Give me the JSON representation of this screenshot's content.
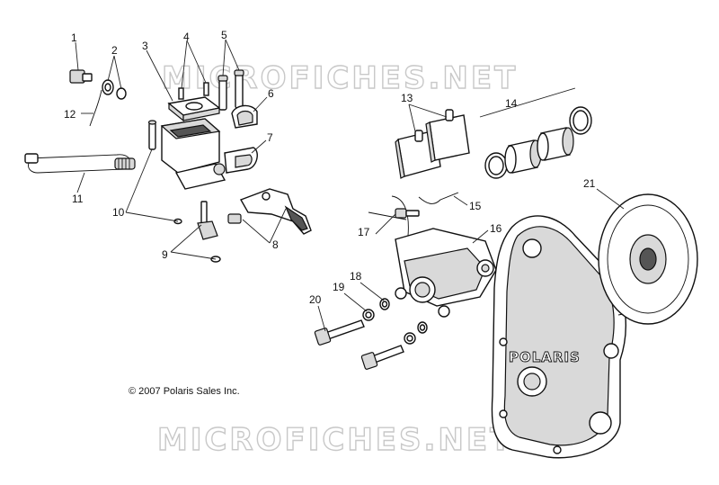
{
  "watermark": {
    "top": "MICROFICHES.NET",
    "bottom": "MICROFICHES.NET"
  },
  "copyright": "© 2007 Polaris Sales Inc.",
  "brand_mark": "POLARIS",
  "callouts": [
    "1",
    "2",
    "3",
    "4",
    "5",
    "6",
    "7",
    "8",
    "9",
    "10",
    "11",
    "12",
    "13",
    "14",
    "15",
    "16",
    "17",
    "18",
    "19",
    "20",
    "21"
  ]
}
